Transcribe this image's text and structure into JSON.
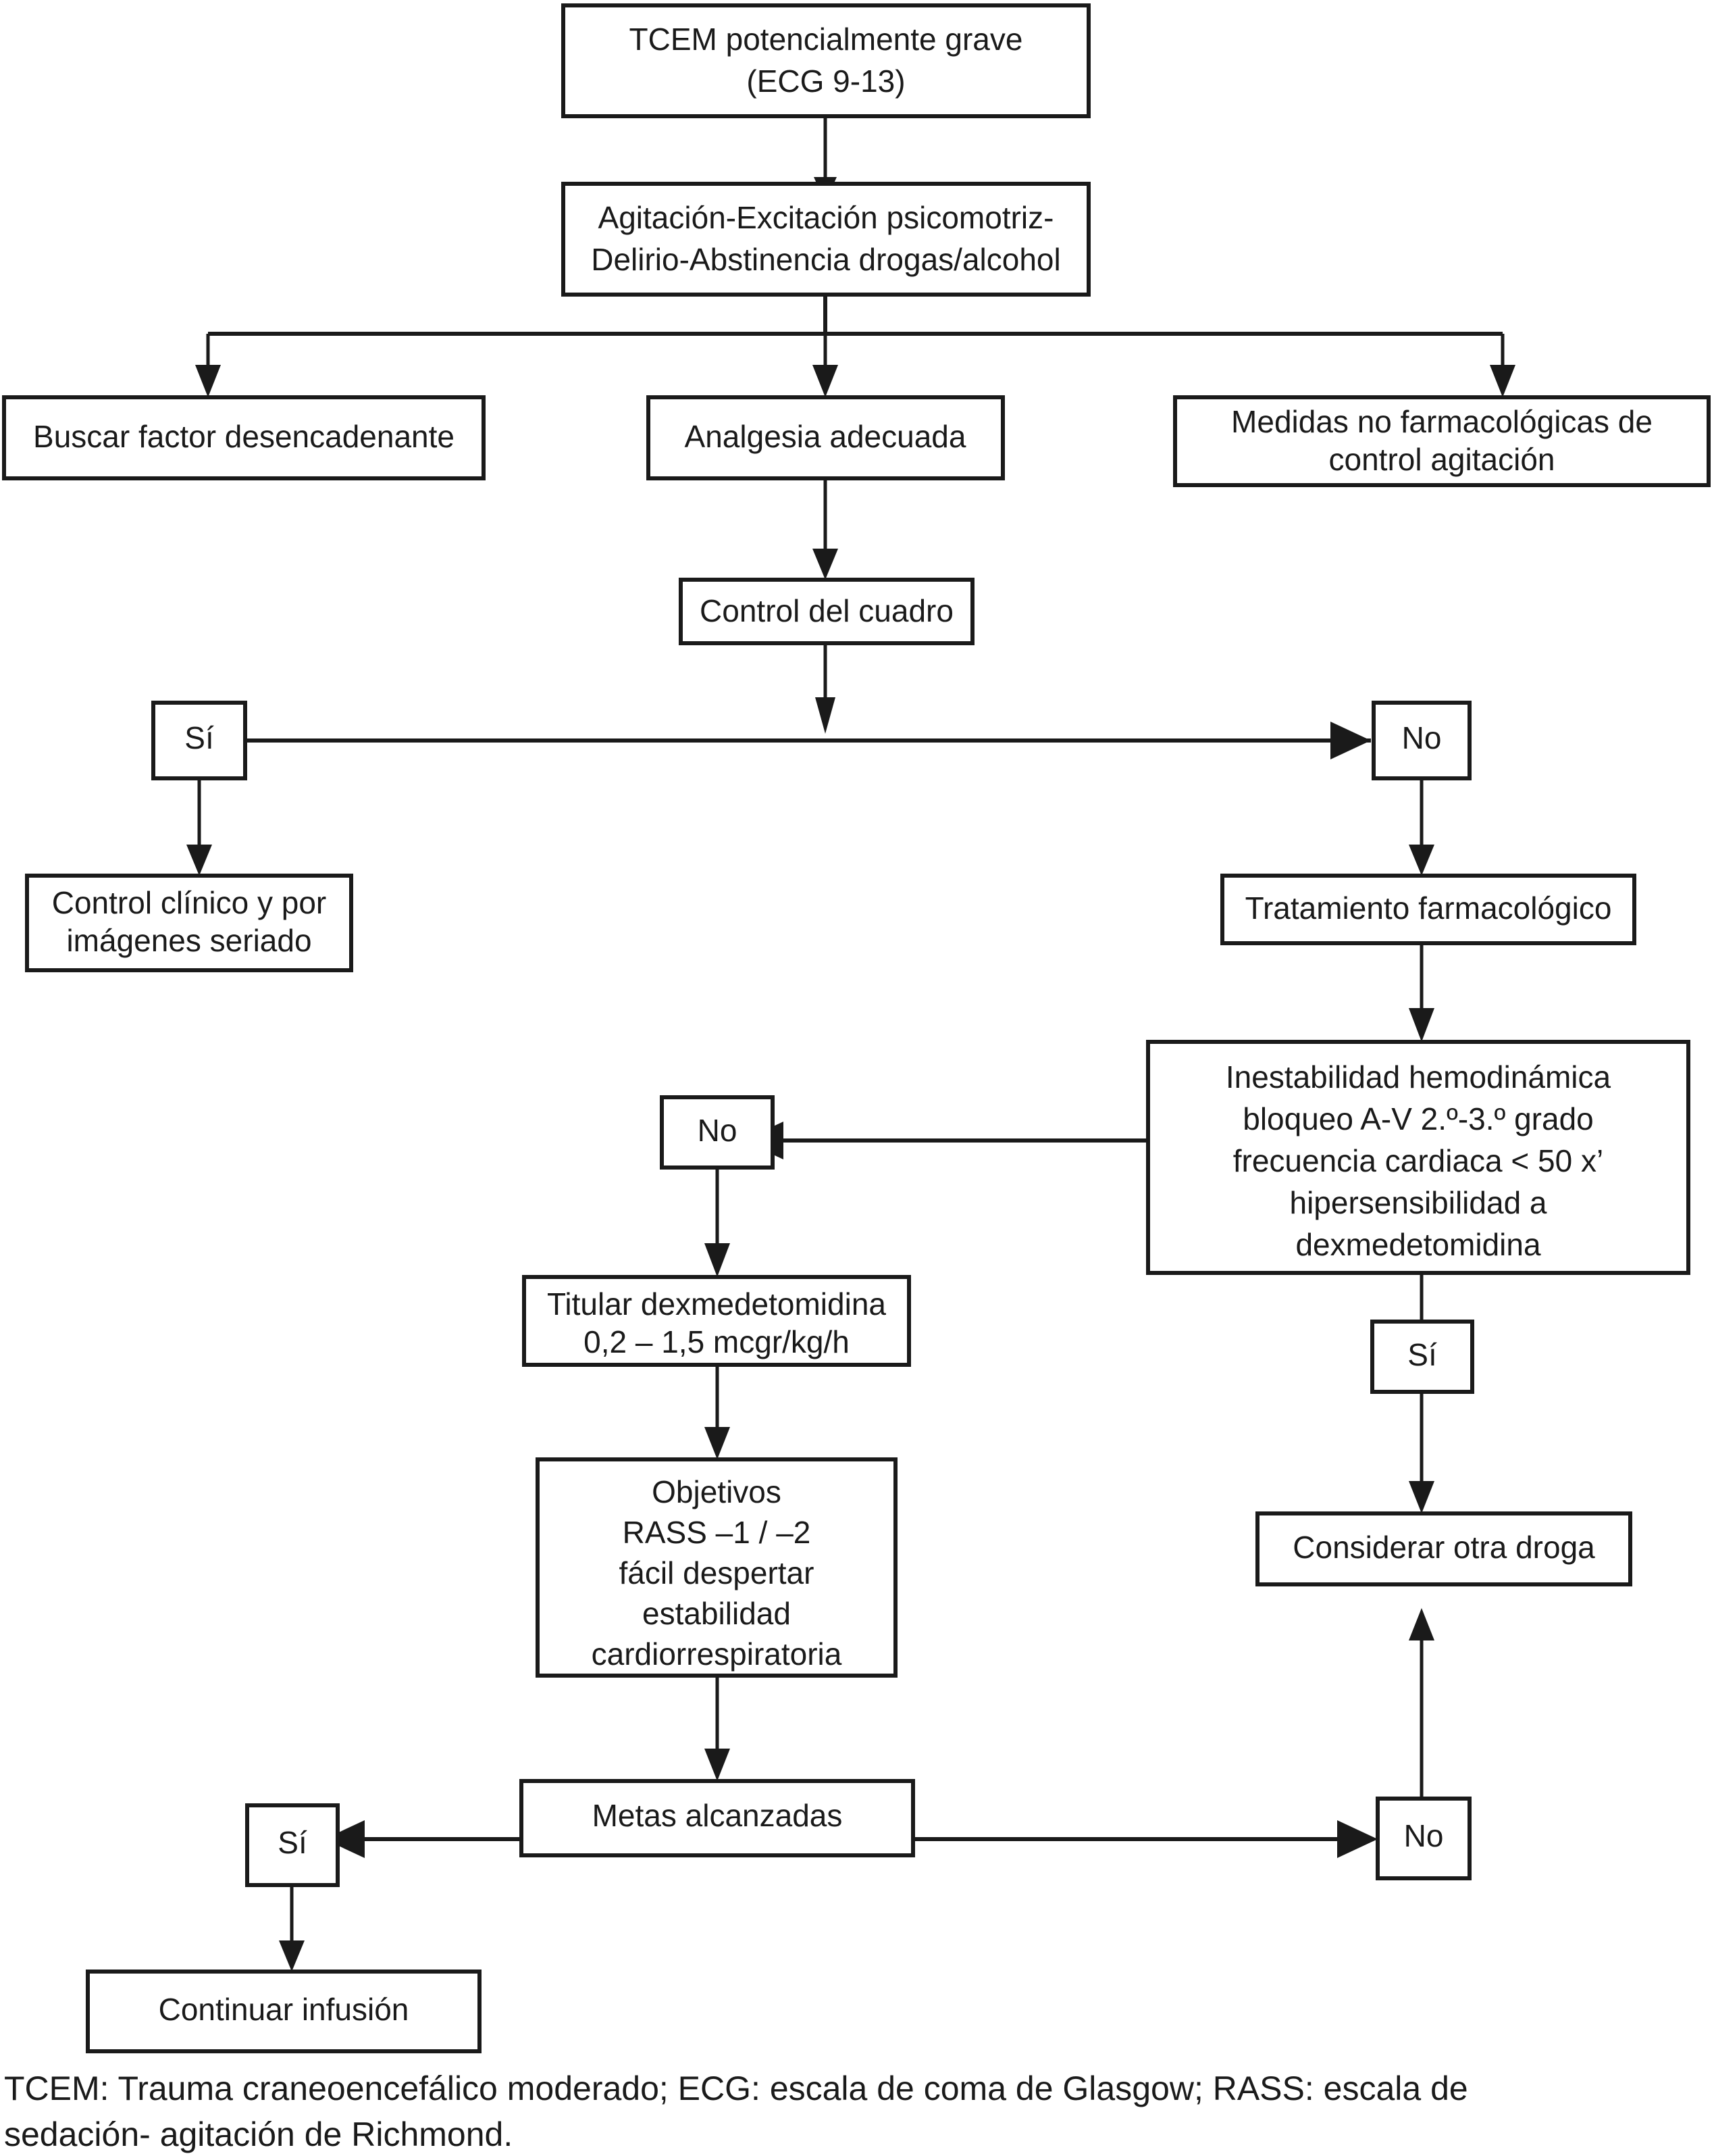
{
  "diagram": {
    "title_node": "TCEM potencialmente grave / (ECG 9-13)",
    "nodes": {
      "tcem": {
        "line1": "TCEM potencialmente grave",
        "line2": "(ECG 9-13)"
      },
      "agitacion": {
        "line1": "Agitación-Excitación psicomotriz-",
        "line2": "Delirio-Abstinencia drogas/alcohol"
      },
      "buscar_factor": {
        "line1": "Buscar factor desencadenante"
      },
      "analgesia": {
        "line1": "Analgesia adecuada"
      },
      "medidas": {
        "line1": "Medidas no farmacológicas de",
        "line2": "control agitación"
      },
      "control_cuadro": {
        "line1": "Control del cuadro"
      },
      "si_1": {
        "line1": "Sí"
      },
      "no_1": {
        "line1": "No"
      },
      "control_clinico": {
        "line1": "Control clínico y por",
        "line2": "imágenes seriado"
      },
      "tratamiento": {
        "line1": "Tratamiento farmacológico"
      },
      "inestabilidad": {
        "line1": "Inestabilidad hemodinámica",
        "line2": "bloqueo A-V 2.º-3.º grado",
        "line3": "frecuencia cardiaca < 50 x’",
        "line4": "hipersensibilidad a",
        "line5": "dexmedetomidina"
      },
      "no_2": {
        "line1": "No"
      },
      "si_2": {
        "line1": "Sí"
      },
      "titular": {
        "line1": "Titular dexmedetomidina",
        "line2": "0,2  – 1,5 mcgr/kg/h"
      },
      "considerar": {
        "line1": "Considerar otra droga"
      },
      "objetivos": {
        "line1": "Objetivos",
        "line2": "RASS –1 / –2",
        "line3": "fácil despertar",
        "line4": "estabilidad",
        "line5": "cardiorrespiratoria"
      },
      "metas": {
        "line1": "Metas alcanzadas"
      },
      "si_3": {
        "line1": "Sí"
      },
      "no_3": {
        "line1": "No"
      },
      "continuar": {
        "line1": "Continuar infusión"
      }
    },
    "caption": {
      "line1": "TCEM: Trauma craneoencefálico moderado; ECG: escala de coma de Glasgow; RASS: escala de",
      "line2": "sedación- agitación de Richmond."
    },
    "colors": {
      "stroke": "#1a1a1a",
      "fill": "#ffffff",
      "text": "#1a1a1a"
    }
  }
}
